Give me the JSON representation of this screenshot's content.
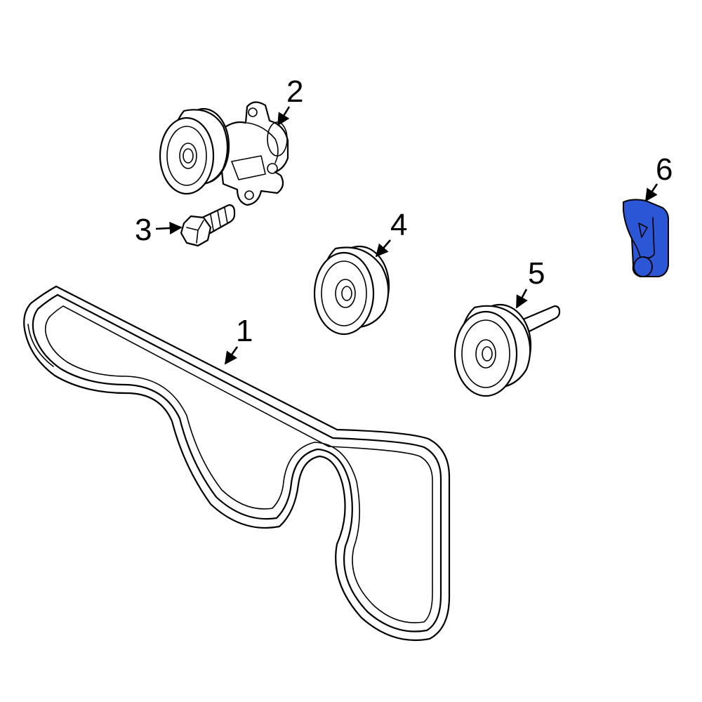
{
  "colors": {
    "highlight": "#2b56d6",
    "line": "#000000",
    "background": "#ffffff"
  },
  "callouts": [
    {
      "id": "belt",
      "label": "1"
    },
    {
      "id": "tensioner",
      "label": "2"
    },
    {
      "id": "bolt",
      "label": "3"
    },
    {
      "id": "idler-upper",
      "label": "4"
    },
    {
      "id": "idler-lower",
      "label": "5"
    },
    {
      "id": "bracket",
      "label": "6"
    }
  ]
}
